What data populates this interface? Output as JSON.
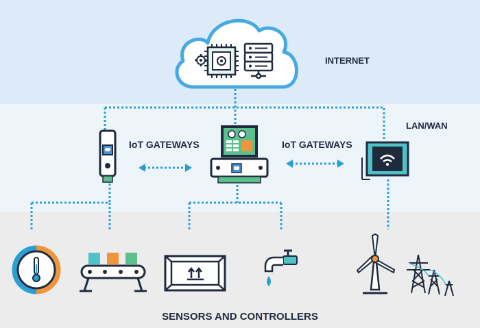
{
  "zones": {
    "internet": "INTERNET",
    "lan_wan": "LAN/WAN",
    "sensors": "SENSORS AND CONTROLLERS"
  },
  "gateways": {
    "left_label": "IoT GATEWAYS",
    "right_label": "IoT GATEWAYS"
  },
  "colors": {
    "band_internet": "#dcebf7",
    "band_lan": "#edf4fa",
    "band_sensors": "#ececec",
    "connector": "#2a9fd6",
    "cloud_outline": "#45a9e6",
    "dark": "#1f2a3d",
    "green": "#5cc08e",
    "orange": "#f0953a",
    "teal": "#4fc1c8"
  },
  "icons": [
    "cloud-icon",
    "cpu-gear-icon",
    "server-rack-icon",
    "usb-gateway-icon",
    "desktop-gateway-icon",
    "wifi-router-icon",
    "gauge-icon",
    "conveyor-icon",
    "package-icon",
    "faucet-icon",
    "wind-turbine-icon",
    "power-tower-icon"
  ]
}
